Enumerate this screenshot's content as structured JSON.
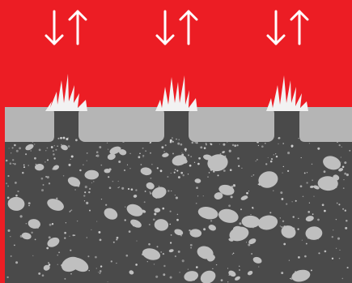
{
  "colors": {
    "background": "#ec1d24",
    "paver": "#b5b5b5",
    "soil": "#4a4a4a",
    "stone": "#bfbfbf",
    "grit": "#d9d9d9",
    "grass": "#f2f2f2",
    "arrow": "#ffffff"
  },
  "arrow_pairs": [
    {
      "name": "arrow-pair-1",
      "icons": [
        "down-arrow-icon",
        "up-arrow-icon"
      ]
    },
    {
      "name": "arrow-pair-2",
      "icons": [
        "down-arrow-icon",
        "up-arrow-icon"
      ]
    },
    {
      "name": "arrow-pair-3",
      "icons": [
        "down-arrow-icon",
        "up-arrow-icon"
      ]
    }
  ],
  "joints_with_grass": 3,
  "pavers_visible": 4
}
